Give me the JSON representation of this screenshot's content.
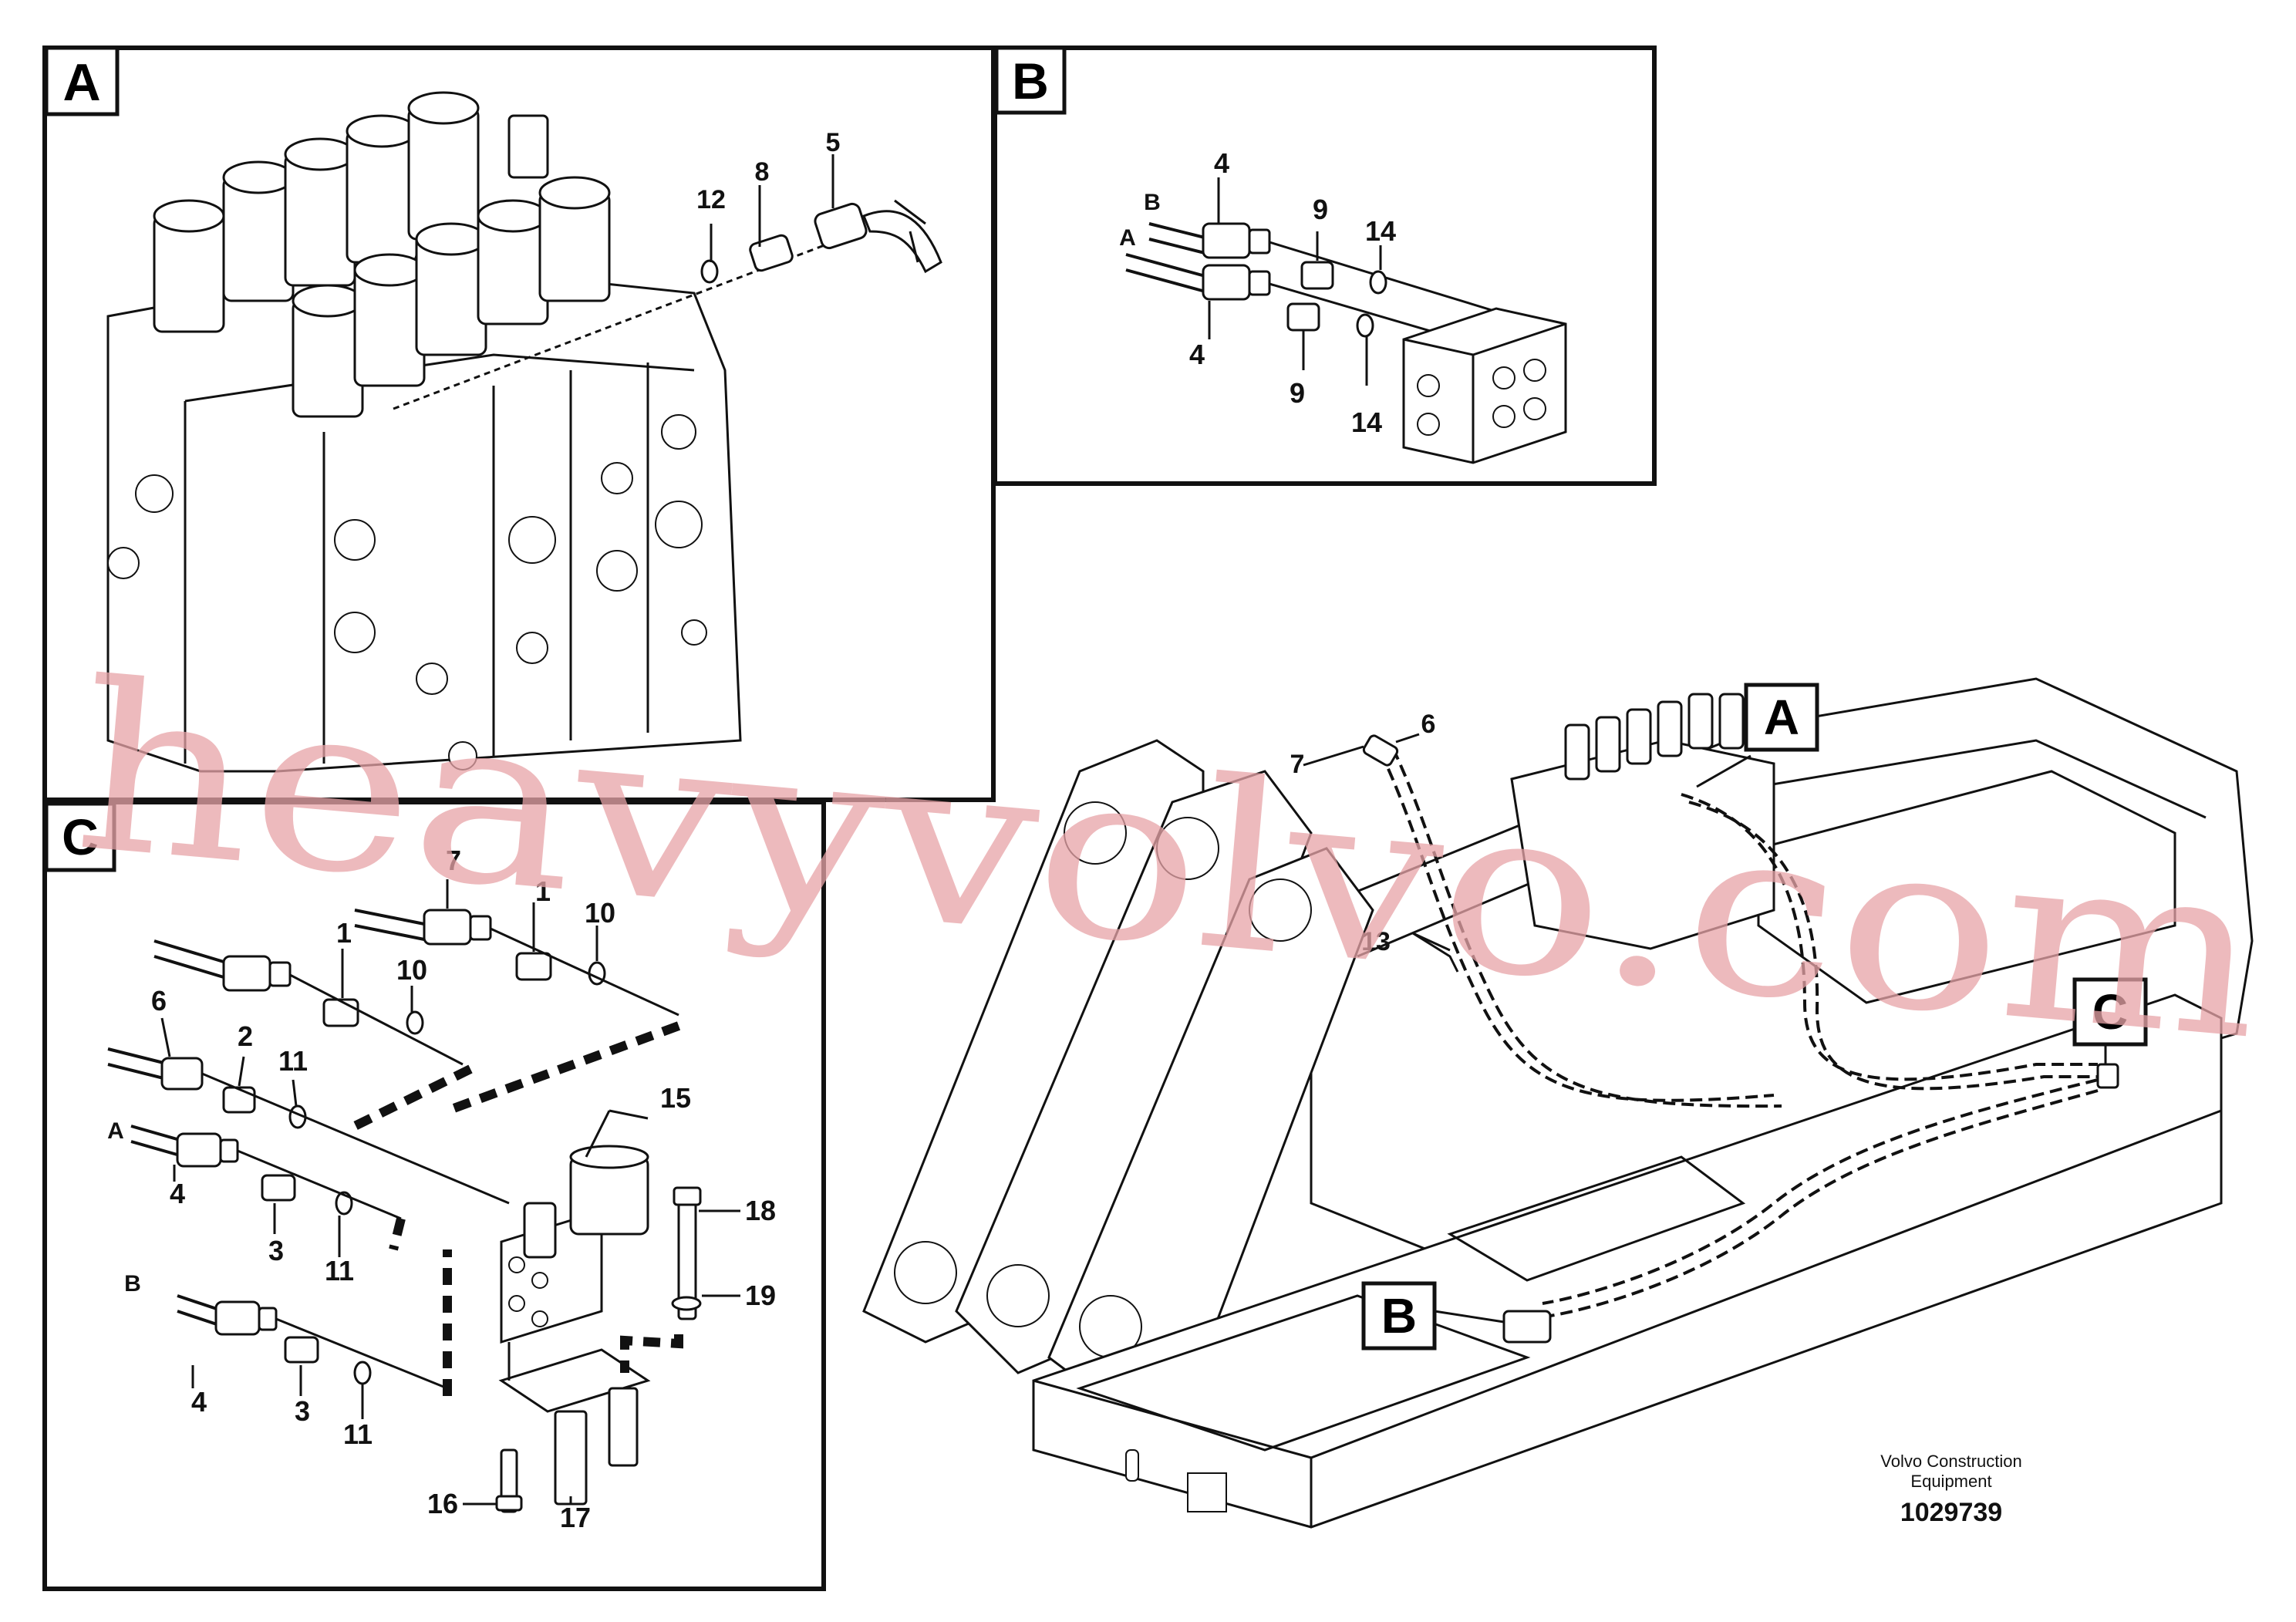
{
  "panels": {
    "A": {
      "tag": "A",
      "callouts": {
        "c12": "12",
        "c8": "8",
        "c5": "5"
      }
    },
    "B": {
      "tag": "B",
      "callouts": {
        "c4_top": "4",
        "c4_bottom": "4",
        "c9_top": "9",
        "c9_bottom": "9",
        "c14_top": "14",
        "c14_bottom": "14",
        "lblB": "B",
        "lblA": "A"
      }
    },
    "C": {
      "tag": "C",
      "callouts": {
        "c7": "7",
        "c1_left": "1",
        "c1_right": "1",
        "c10_left": "10",
        "c10_right": "10",
        "c6": "6",
        "c2": "2",
        "c11_top": "11",
        "c15": "15",
        "lblA": "A",
        "c4_mid": "4",
        "c3_mid": "3",
        "c11_mid": "11",
        "c18": "18",
        "c19": "19",
        "lblB": "B",
        "c4_low": "4",
        "c3_low": "3",
        "c11_low": "11",
        "c16": "16",
        "c17": "17"
      }
    }
  },
  "main_view": {
    "callouts": {
      "c6": "6",
      "c7": "7",
      "c13": "13"
    },
    "locator_tags": {
      "A": "A",
      "B": "B",
      "C": "C"
    }
  },
  "footer": {
    "company_line1": "Volvo Construction",
    "company_line2": "Equipment",
    "drawing_number": "1029739"
  },
  "watermark": {
    "text": "heavyvolvo.com",
    "color": "#e8a4a8"
  }
}
